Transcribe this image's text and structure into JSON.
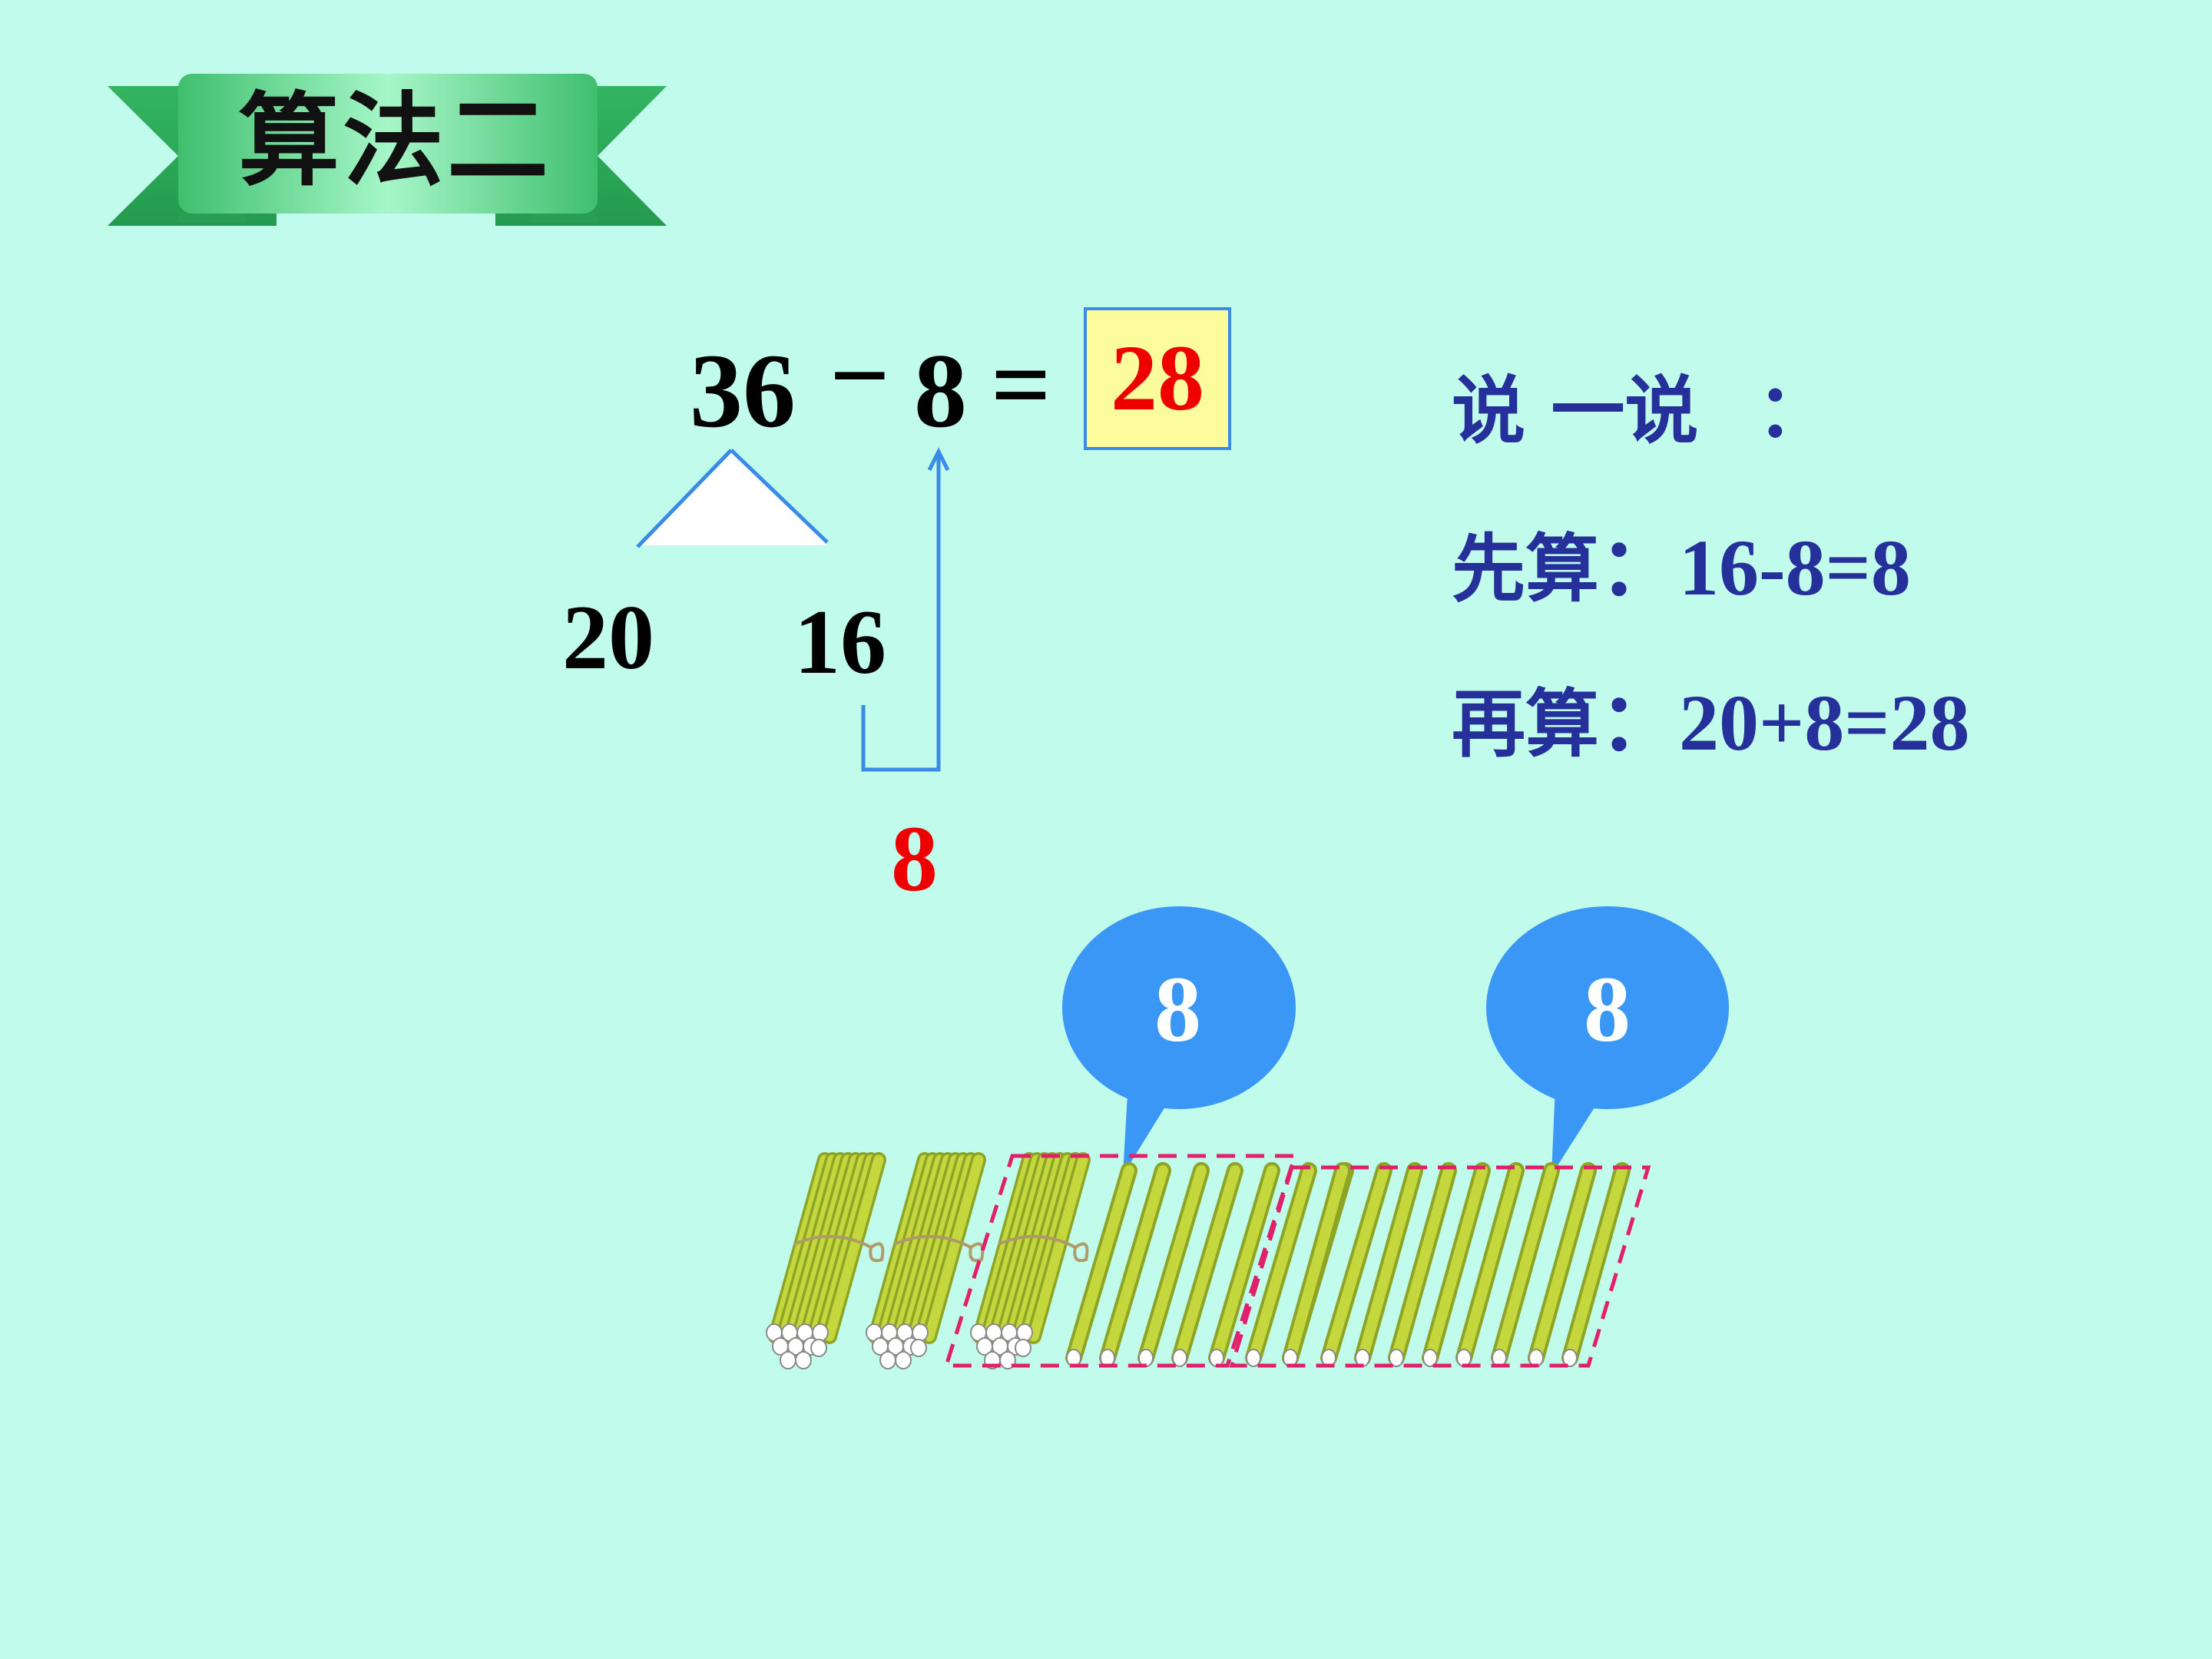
{
  "banner": {
    "title": "算法二"
  },
  "equation": {
    "left": "36",
    "operator": "−",
    "right": "8",
    "equals": "=",
    "answer": "28"
  },
  "split": {
    "tens": "20",
    "ones": "16",
    "result": "8"
  },
  "explanation": {
    "title": "说 一说",
    "title_colon": "：",
    "step1_label": "先算",
    "step1_expr": "：16-8=8",
    "step2_label": "再算",
    "step2_expr": "：20+8=28"
  },
  "bubbles": [
    {
      "label": "8"
    },
    {
      "label": "8"
    }
  ],
  "colors": {
    "background": "#c0fbeb",
    "banner_green": "#3cc070",
    "answer_fill": "#fcfc9c",
    "answer_text": "#ee0000",
    "explanation_text": "#26309a",
    "bubble_fill": "#3a97f5",
    "stick_fill": "#c4d83e",
    "dash_box": "#e0206a"
  }
}
